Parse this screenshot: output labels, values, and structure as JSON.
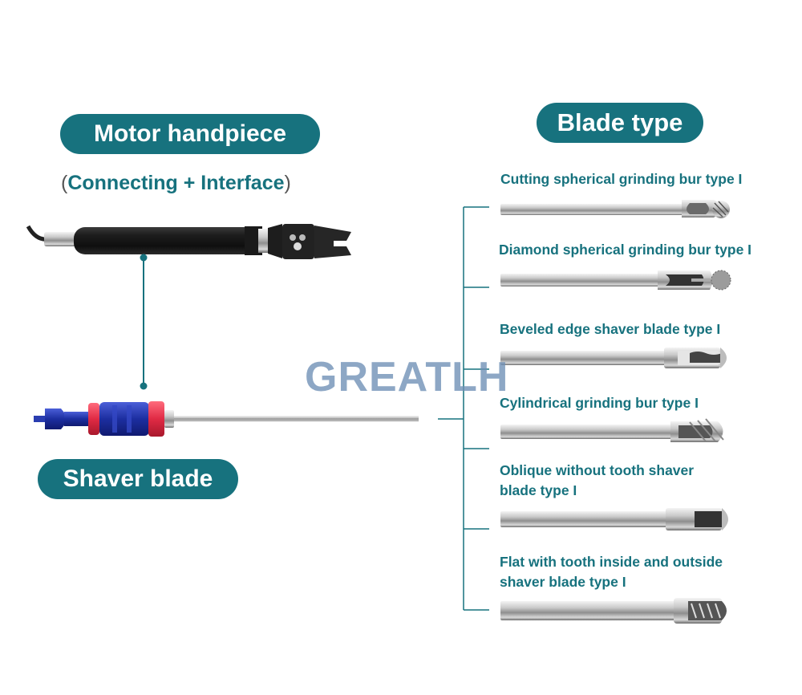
{
  "motor_handpiece": {
    "title": "Motor handpiece",
    "subtitle_open": "(",
    "subtitle_text": "Connecting + Interface",
    "subtitle_close": ")"
  },
  "shaver_blade": {
    "title": "Shaver blade"
  },
  "blade_type": {
    "title": "Blade type",
    "items": [
      {
        "line1": "Cutting spherical grinding bur type I",
        "line2": "",
        "tip": "spiral-bur"
      },
      {
        "line1": "Diamond spherical grinding bur type I",
        "line2": "",
        "tip": "diamond-ball"
      },
      {
        "line1": "Beveled edge shaver blade type I",
        "line2": "",
        "tip": "beveled-window"
      },
      {
        "line1": "Cylindrical grinding bur type I",
        "line2": "",
        "tip": "cylindrical-bur"
      },
      {
        "line1": "Oblique without tooth shaver",
        "line2": "blade type I",
        "tip": "oblique-window"
      },
      {
        "line1": "Flat with tooth inside and outside",
        "line2": "shaver blade type I",
        "tip": "toothed-tip"
      }
    ]
  },
  "watermark": "GREATLH",
  "colors": {
    "accent": "#17727e",
    "watermark": "#6e8fb5",
    "handle_blue": "#2336a8",
    "handle_red": "#e0304a"
  }
}
